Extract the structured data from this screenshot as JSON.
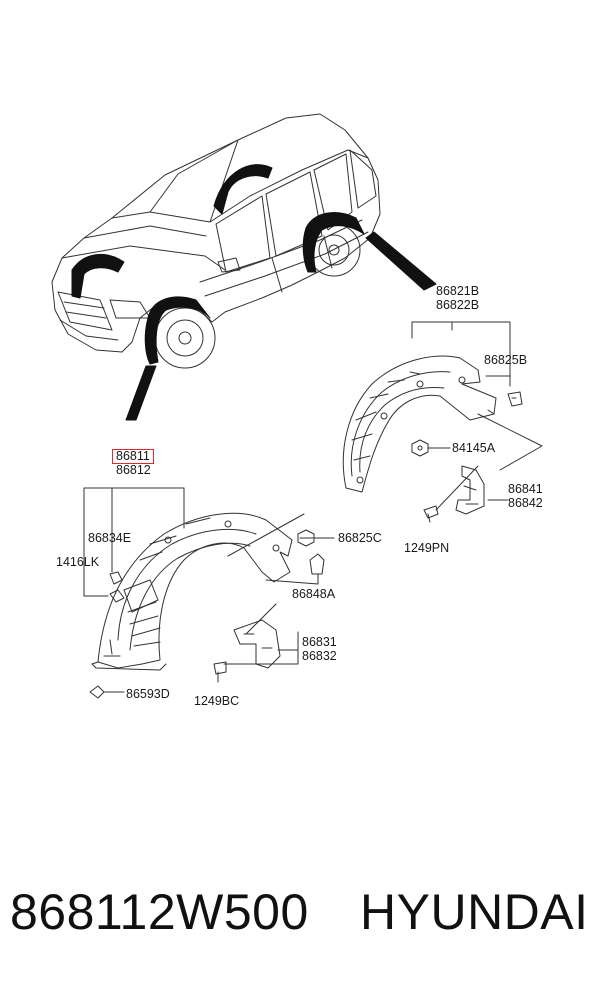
{
  "labels": {
    "p86811": "86811",
    "p86812": "86812",
    "p86834E": "86834E",
    "p1416LK": "1416LK",
    "p86593D": "86593D",
    "p86825C": "86825C",
    "p86848A": "86848A",
    "p86831": "86831",
    "p86832": "86832",
    "p1249BC": "1249BC",
    "p86821B": "86821B",
    "p86822B": "86822B",
    "p86825B": "86825B",
    "p84145A": "84145A",
    "p86841": "86841",
    "p86842": "86842",
    "p1249PN": "1249PN"
  },
  "footer": {
    "part_number": "868112W500",
    "brand": "HYUNDAI"
  },
  "colors": {
    "highlight_box": "#e02a2a",
    "line_art": "#333333"
  }
}
